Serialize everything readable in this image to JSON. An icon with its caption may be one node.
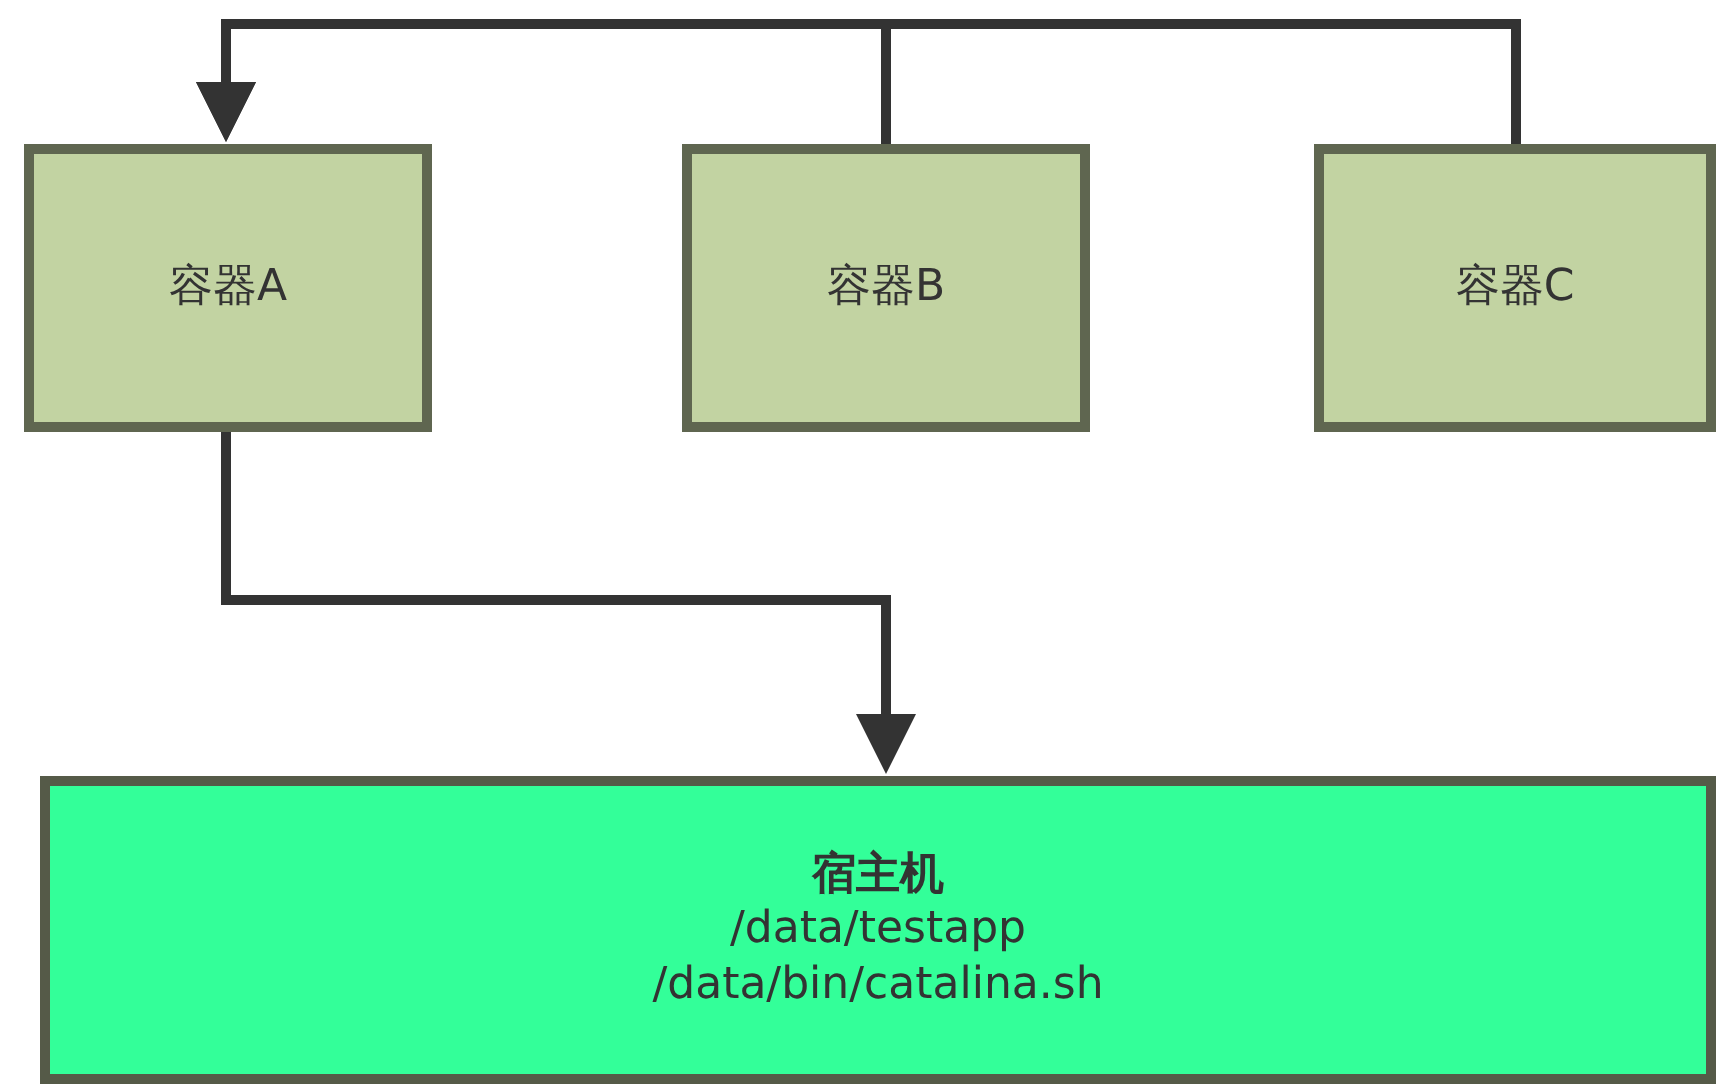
{
  "diagram": {
    "nodes": [
      {
        "text": [
          "容器A"
        ]
      },
      {
        "text": [
          "容器B"
        ]
      },
      {
        "text": [
          "容器C"
        ]
      },
      {
        "text": [
          "宿主机",
          "/data/testapp",
          "/data/bin/catalina.sh"
        ]
      }
    ],
    "edges": [
      {
        "from": 1,
        "to": 0,
        "arrow": "to"
      },
      {
        "from": 2,
        "to": 0,
        "arrow": "to"
      },
      {
        "from": 0,
        "to": 3,
        "arrow": "to"
      }
    ]
  }
}
